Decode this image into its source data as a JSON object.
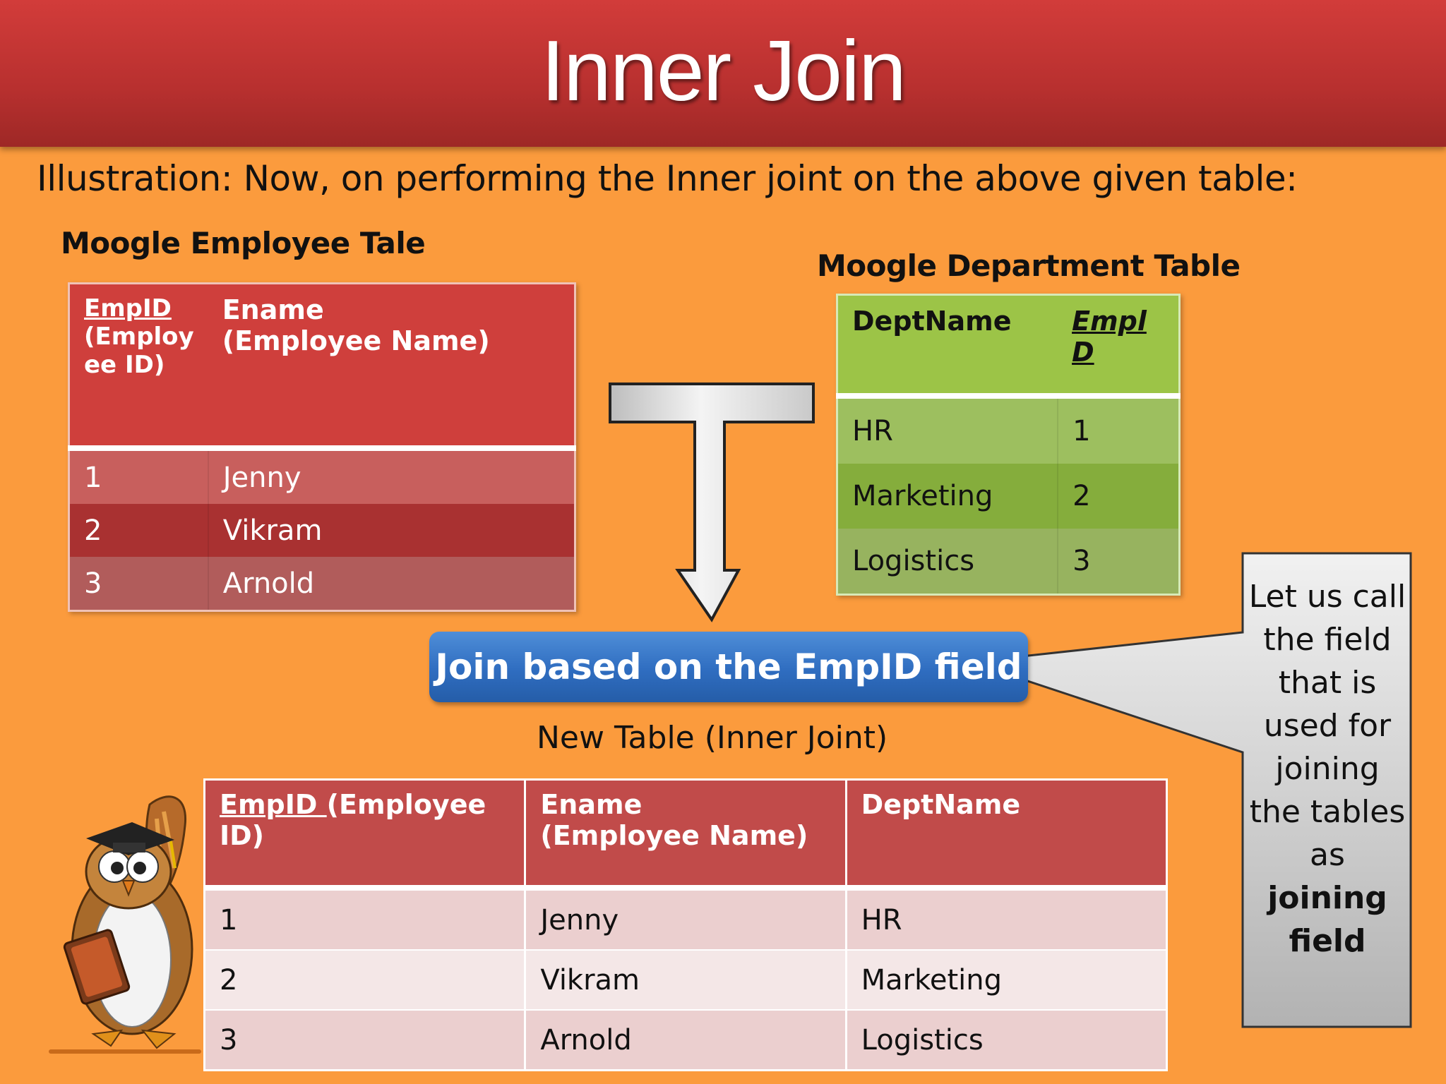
{
  "slide": {
    "title": "Inner Join",
    "subtitle": "Illustration: Now, on performing the Inner joint on the above given table:"
  },
  "employee_table": {
    "caption": "Moogle Employee Tale",
    "header": {
      "empid_key": "EmpID",
      "empid_rest": "(Employ ee ID)",
      "ename_line1": "Ename",
      "ename_line2": "(Employee Name)"
    },
    "rows": [
      {
        "id": "1",
        "name": "Jenny"
      },
      {
        "id": "2",
        "name": "Vikram"
      },
      {
        "id": "3",
        "name": "Arnold"
      }
    ]
  },
  "department_table": {
    "caption": "Moogle Department Table",
    "header": {
      "dept": "DeptName",
      "empid_line1": "Empl",
      "empid_line2": "D"
    },
    "rows": [
      {
        "dept": "HR",
        "id": "1"
      },
      {
        "dept": "Marketing",
        "id": "2"
      },
      {
        "dept": "Logistics",
        "id": "3"
      }
    ]
  },
  "join_label": "Join based on the EmpID field",
  "result_table": {
    "caption": "New Table (Inner Joint)",
    "header": {
      "empid_key": "EmpID ",
      "empid_rest": "(Employee ID)",
      "ename_line1": "Ename",
      "ename_line2": "(Employee Name)",
      "dept": "DeptName"
    },
    "rows": [
      {
        "id": "1",
        "name": "Jenny",
        "dept": "HR"
      },
      {
        "id": "2",
        "name": "Vikram",
        "dept": "Marketing"
      },
      {
        "id": "3",
        "name": "Arnold",
        "dept": "Logistics"
      }
    ]
  },
  "callout": {
    "text_plain": "Let us call the field that is used for joining the tables as",
    "text_bold": "joining field"
  },
  "colors": {
    "background": "#fb9b3d",
    "banner": "#c63634",
    "employee_header": "#cf3f3c",
    "department_header": "#9cc447",
    "join_button": "#2f6dc0",
    "result_header": "#c14b4a"
  },
  "icons": [
    "down-arrow-icon",
    "owl-mascot-icon"
  ]
}
